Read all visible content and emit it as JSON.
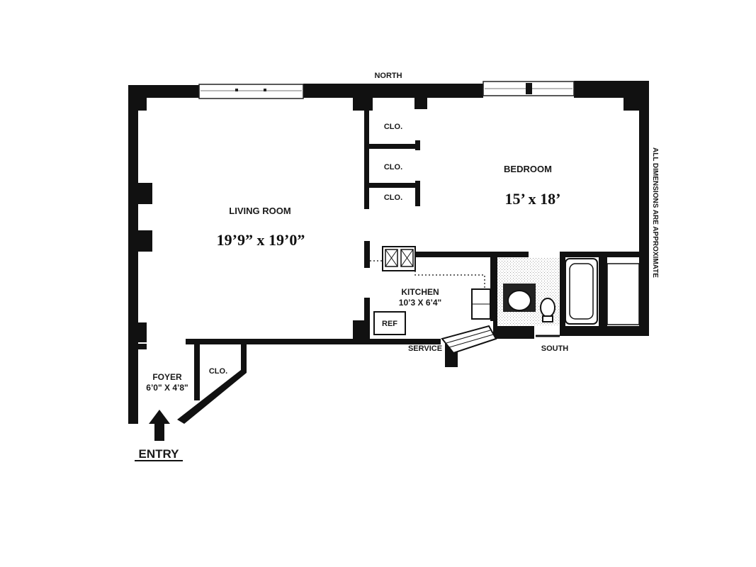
{
  "labels": {
    "north": "NORTH",
    "south": "SOUTH",
    "side_note": "ALL DIMENSIONS ARE APPROXIMATE",
    "entry": "ENTRY",
    "service": "SERVICE"
  },
  "rooms": {
    "living_room": {
      "name": "LIVING ROOM",
      "dims": "19’9” x 19’0”"
    },
    "bedroom": {
      "name": "BEDROOM",
      "dims": "15’ x 18’"
    },
    "kitchen": {
      "name": "KITCHEN",
      "dims": "10’3 X 6’4\""
    },
    "foyer": {
      "name": "FOYER",
      "dims": "6’0\" X 4’8\""
    },
    "closets": [
      "CLO.",
      "CLO.",
      "CLO.",
      "CLO."
    ],
    "refrigerator": "REF"
  },
  "colors": {
    "wall": "#111111",
    "text": "#1a1a1a"
  }
}
